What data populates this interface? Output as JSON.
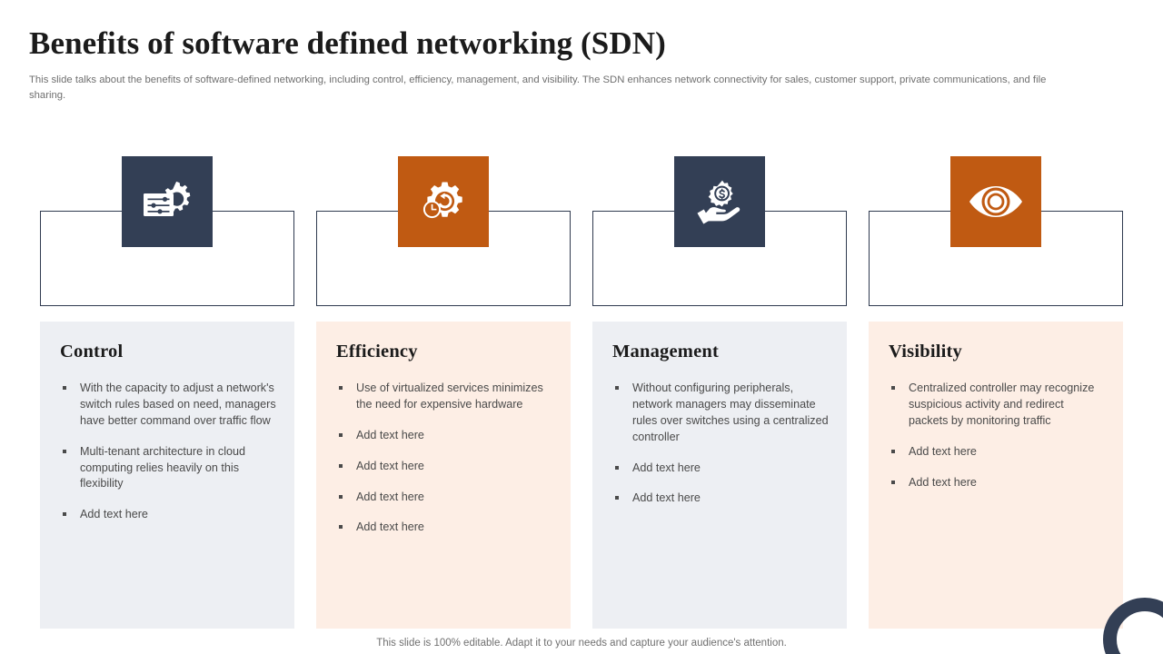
{
  "header": {
    "title": "Benefits of software defined networking (SDN)",
    "subtitle": "This slide talks about the benefits of software-defined networking, including control, efficiency, management, and visibility. The SDN enhances network connectivity for sales, customer support, private communications, and file sharing."
  },
  "colors": {
    "navy": "#333f55",
    "orange": "#c05a12",
    "panel_gray": "#edeff3",
    "panel_peach": "#fdeee5",
    "title_text": "#1b1b1b",
    "body_text": "#4a4a4a",
    "subtitle_text": "#6f6f6f"
  },
  "cards": [
    {
      "title": "Control",
      "icon": "settings-sliders-gear-icon",
      "tile_color": "#333f55",
      "panel_color": "#edeff3",
      "bullets": [
        "With the capacity to adjust a network's switch rules based on need, managers have better command over traffic flow",
        "Multi-tenant architecture in cloud computing relies heavily on this flexibility",
        "Add text here"
      ]
    },
    {
      "title": "Efficiency",
      "icon": "gear-clock-refresh-icon",
      "tile_color": "#c05a12",
      "panel_color": "#fdeee5",
      "bullets": [
        "Use of virtualized services minimizes the need for expensive hardware",
        "Add text here",
        "Add text here",
        "Add text here",
        "Add text here"
      ]
    },
    {
      "title": "Management",
      "icon": "hand-holding-gear-dollar-icon",
      "tile_color": "#333f55",
      "panel_color": "#edeff3",
      "bullets": [
        "Without configuring peripherals, network managers may disseminate rules over switches using a centralized controller",
        "Add text here",
        "Add text here"
      ]
    },
    {
      "title": "Visibility",
      "icon": "eye-icon",
      "tile_color": "#c05a12",
      "panel_color": "#fdeee5",
      "bullets": [
        "Centralized controller may recognize suspicious activity and redirect packets by monitoring traffic",
        "Add text here",
        "Add text here"
      ]
    }
  ],
  "footer": {
    "note": "This slide is 100% editable. Adapt it to your needs and capture your audience's attention.",
    "corner_mark": "ring-decoration"
  }
}
